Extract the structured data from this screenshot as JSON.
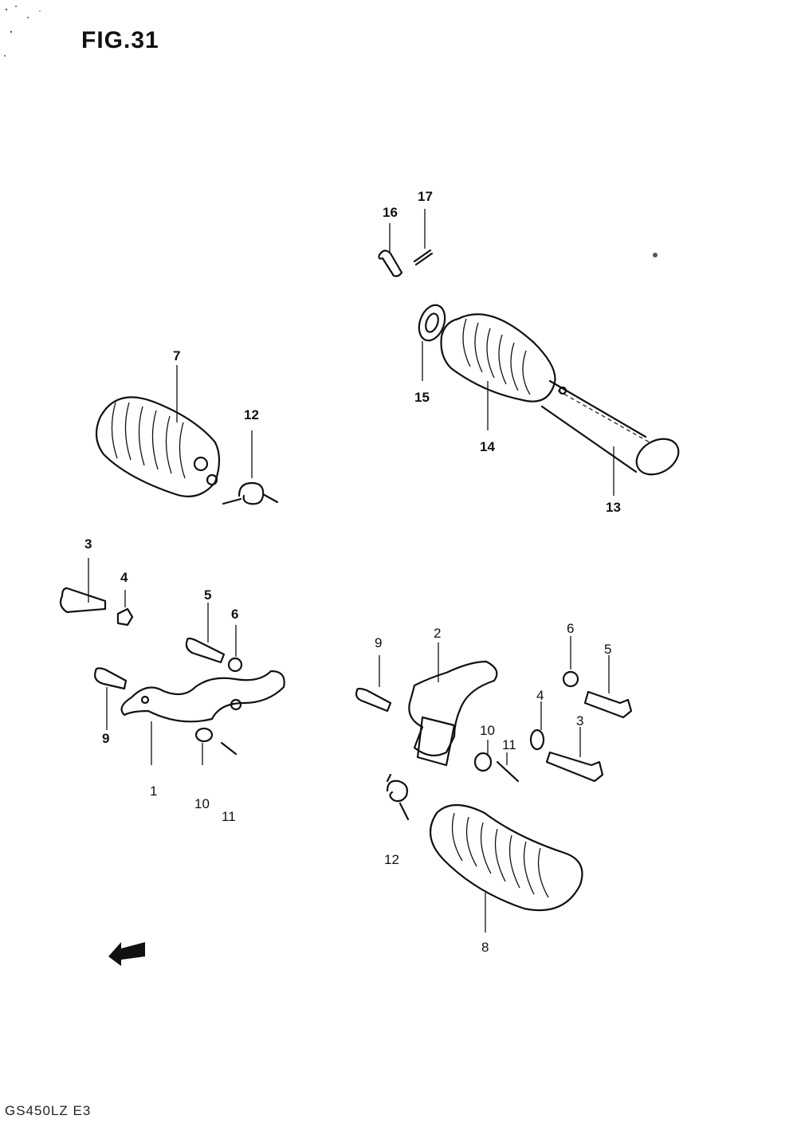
{
  "figure": {
    "title": "FIG.31"
  },
  "footer": {
    "code": "GS450LZ E3"
  },
  "callouts": [
    {
      "label": "16"
    },
    {
      "label": "17"
    },
    {
      "label": "15"
    },
    {
      "label": "14"
    },
    {
      "label": "13"
    },
    {
      "label": "7"
    },
    {
      "label": "12"
    },
    {
      "label": "3"
    },
    {
      "label": "4"
    },
    {
      "label": "5"
    },
    {
      "label": "6"
    },
    {
      "label": "9"
    },
    {
      "label": "1"
    },
    {
      "label": "10"
    },
    {
      "label": "11"
    },
    {
      "label": "9"
    },
    {
      "label": "2"
    },
    {
      "label": "6"
    },
    {
      "label": "5"
    },
    {
      "label": "4"
    },
    {
      "label": "3"
    },
    {
      "label": "10"
    },
    {
      "label": "11"
    },
    {
      "label": "12"
    },
    {
      "label": "8"
    }
  ],
  "icons": [
    "front-direction-arrow-icon"
  ]
}
